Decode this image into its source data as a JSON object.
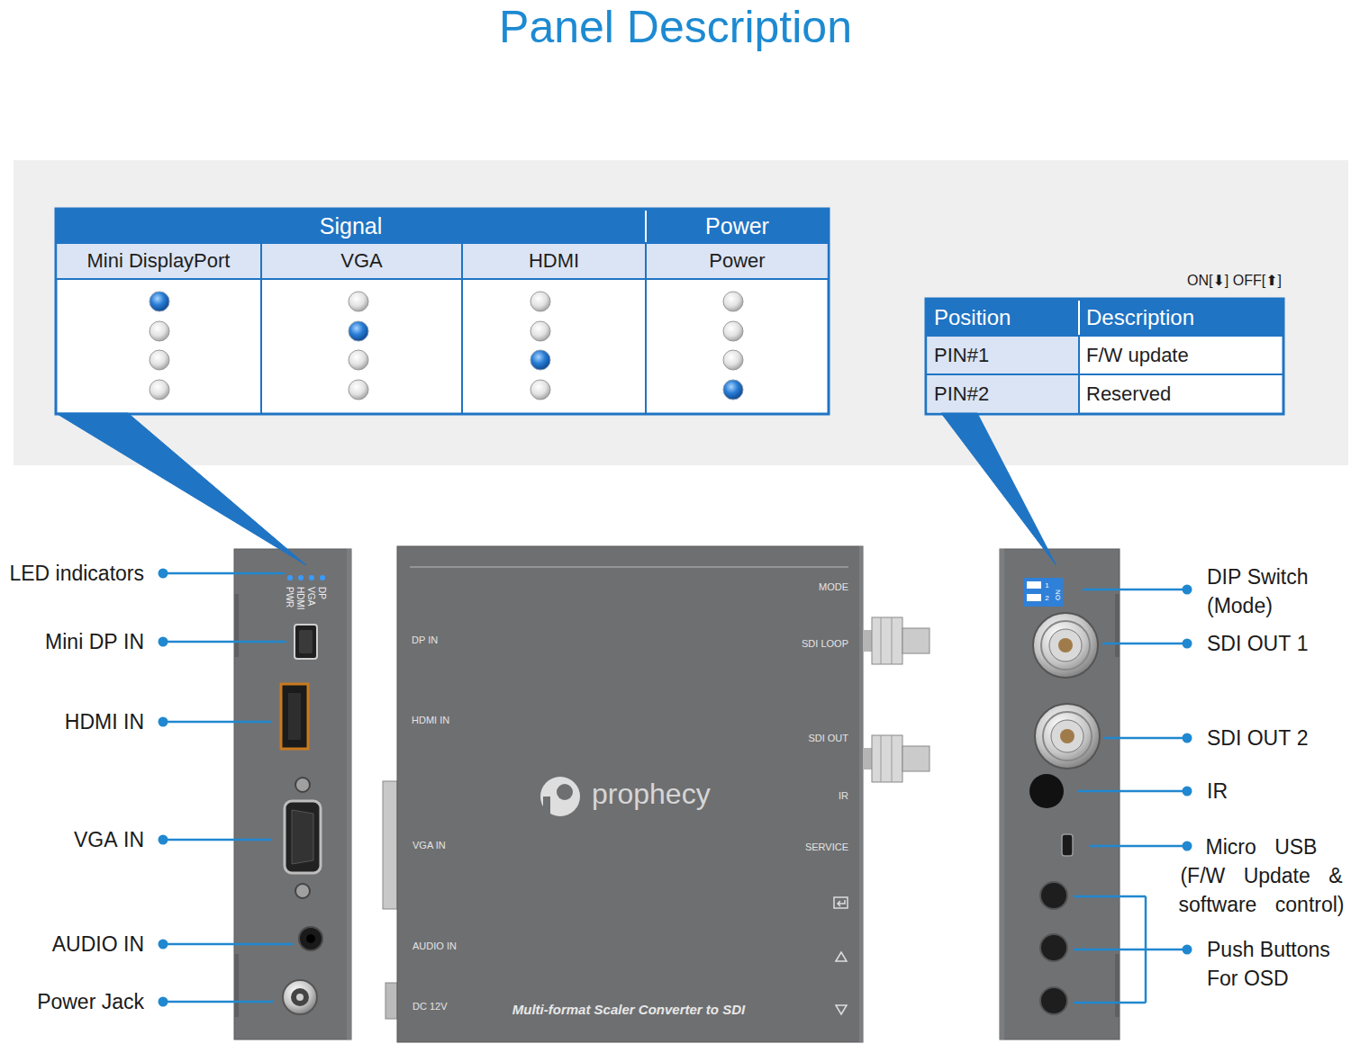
{
  "diagram": {
    "title": "Panel Description",
    "nodes": [
      {
        "text": [
          "Signal",
          "Power",
          "Mini DisplayPort",
          "VGA",
          "HDMI",
          "Power"
        ]
      },
      {
        "text": [
          "Position",
          "Description",
          "PIN#1",
          "F/W update",
          "PIN#2",
          "Reserved"
        ]
      },
      {
        "text": [
          "DP",
          "VGA",
          "HDMI",
          "PWR"
        ]
      },
      {
        "text": [
          "MODE",
          "DP IN",
          "SDI LOOP",
          "HDMI IN",
          "SDI OUT",
          "IR",
          "prophecy",
          "VGA IN",
          "SERVICE",
          "AUDIO IN",
          "DC 12V",
          "Multi-format Scaler Converter to SDI"
        ]
      },
      {
        "text": [
          "1",
          "2",
          "ON"
        ]
      }
    ],
    "edges": [
      {
        "from": 2,
        "to": 0,
        "arrow": "none"
      },
      {
        "from": 4,
        "to": 1,
        "arrow": "none"
      }
    ],
    "labels": [
      "ON[⬇] OFF[⬆]",
      "LED indicators",
      "Mini DP IN",
      "HDMI IN",
      "VGA IN",
      "AUDIO IN",
      "Power Jack",
      "DIP Switch (Mode)",
      "SDI OUT 1",
      "SDI OUT 2",
      "IR",
      "Micro USB (F/W Update & software control)",
      "Push Buttons For OSD"
    ]
  }
}
